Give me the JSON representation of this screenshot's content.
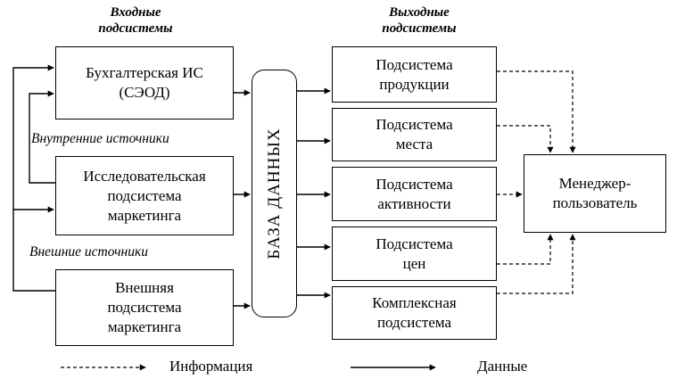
{
  "headers": {
    "input": [
      "Входные",
      "подсистемы"
    ],
    "output": [
      "Выходные",
      "подсистемы"
    ]
  },
  "source_labels": {
    "internal": "Внутренние источники",
    "external": "Внешние источники"
  },
  "inputs": [
    {
      "lines": [
        "Бухгалтерская ИС",
        "(СЭОД)"
      ]
    },
    {
      "lines": [
        "Исследовательская",
        "подсистема",
        "маркетинга"
      ]
    },
    {
      "lines": [
        "Внешняя",
        "подсистема",
        "маркетинга"
      ]
    }
  ],
  "database": "БАЗА ДАННЫХ",
  "outputs": [
    {
      "lines": [
        "Подсистема",
        "продукции"
      ]
    },
    {
      "lines": [
        "Подсистема",
        "места"
      ]
    },
    {
      "lines": [
        "Подсистема",
        "активности"
      ]
    },
    {
      "lines": [
        "Подсистема",
        "цен"
      ]
    },
    {
      "lines": [
        "Комплексная",
        "подсистема"
      ]
    }
  ],
  "manager": [
    "Менеджер-",
    "пользователь"
  ],
  "legend": {
    "information": "Информация",
    "data": "Данные"
  }
}
